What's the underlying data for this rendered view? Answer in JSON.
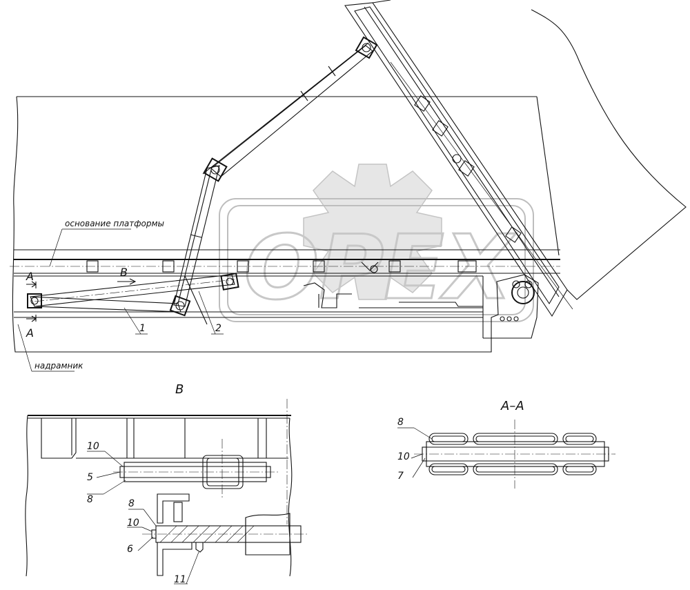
{
  "watermark": {
    "text": "OPEX",
    "color": "#d8d8d8"
  },
  "main_view": {
    "label_platform_base": "основание платформы",
    "label_frame": "надрамник",
    "section_mark_a_top": "A",
    "section_mark_a_bottom": "A",
    "view_mark_b": "B",
    "callout_1": "1",
    "callout_2": "2"
  },
  "view_b": {
    "title": "B",
    "callouts": [
      "10",
      "5",
      "8",
      "8",
      "10",
      "6",
      "11"
    ]
  },
  "section_aa": {
    "title": "A–A",
    "callouts": [
      "8",
      "10",
      "7"
    ]
  }
}
